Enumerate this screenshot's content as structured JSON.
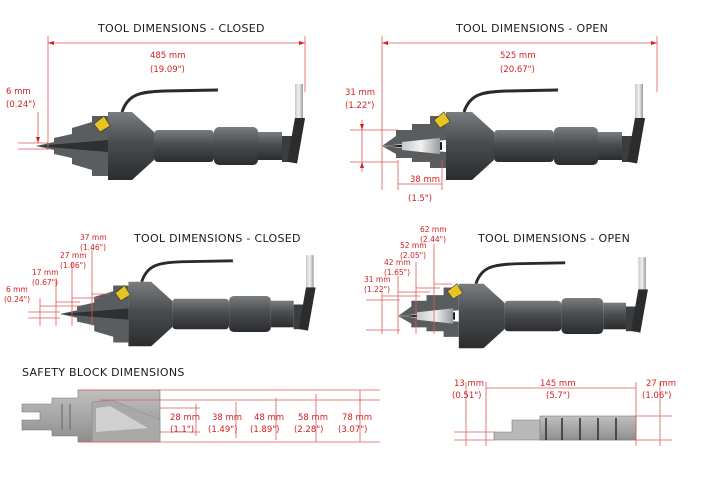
{
  "titles": {
    "top_closed": "TOOL DIMENSIONS - CLOSED",
    "top_open": "TOOL DIMENSIONS - OPEN",
    "mid_closed": "TOOL DIMENSIONS - CLOSED",
    "mid_open": "TOOL DIMENSIONS - OPEN",
    "safety_block": "SAFETY BLOCK DIMENSIONS"
  },
  "top_closed": {
    "length_mm": "485 mm",
    "length_in": "(19.09\")",
    "tip_mm": "6 mm",
    "tip_in": "(0.24\")"
  },
  "top_open": {
    "length_mm": "525 mm",
    "length_in": "(20.67\")",
    "jaw_mm": "31 mm",
    "jaw_in": "(1.22\")",
    "depth_mm": "38 mm",
    "depth_in": "(1.5\")"
  },
  "mid_closed": {
    "s1_mm": "6 mm",
    "s1_in": "(0.24\")",
    "s2_mm": "17 mm",
    "s2_in": "(0.67\")",
    "s3_mm": "27 mm",
    "s3_in": "(1.06\")",
    "s4_mm": "37 mm",
    "s4_in": "(1.46\")"
  },
  "mid_open": {
    "s1_mm": "31 mm",
    "s1_in": "(1.22\")",
    "s2_mm": "42 mm",
    "s2_in": "(1.65\")",
    "s3_mm": "52 mm",
    "s3_in": "(2.05\")",
    "s4_mm": "62 mm",
    "s4_in": "(2.44\")"
  },
  "safety_left": {
    "s1_mm": "28 mm",
    "s1_in": "(1.1\")",
    "s2_mm": "38 mm",
    "s2_in": "(1.49\")",
    "s3_mm": "48 mm",
    "s3_in": "(1.89\")",
    "s4_mm": "58 mm",
    "s4_in": "(2.28\")",
    "s5_mm": "78 mm",
    "s5_in": "(3.07\")"
  },
  "safety_right": {
    "a_mm": "13 mm",
    "a_in": "(0.51\")",
    "b_mm": "145 mm",
    "b_in": "(5.7\")",
    "c_mm": "27 mm",
    "c_in": "(1.06\")"
  },
  "colors": {
    "dimension_red": "#d42020",
    "tool_body": "#4a4d50",
    "title_text": "#1a1a1a"
  }
}
